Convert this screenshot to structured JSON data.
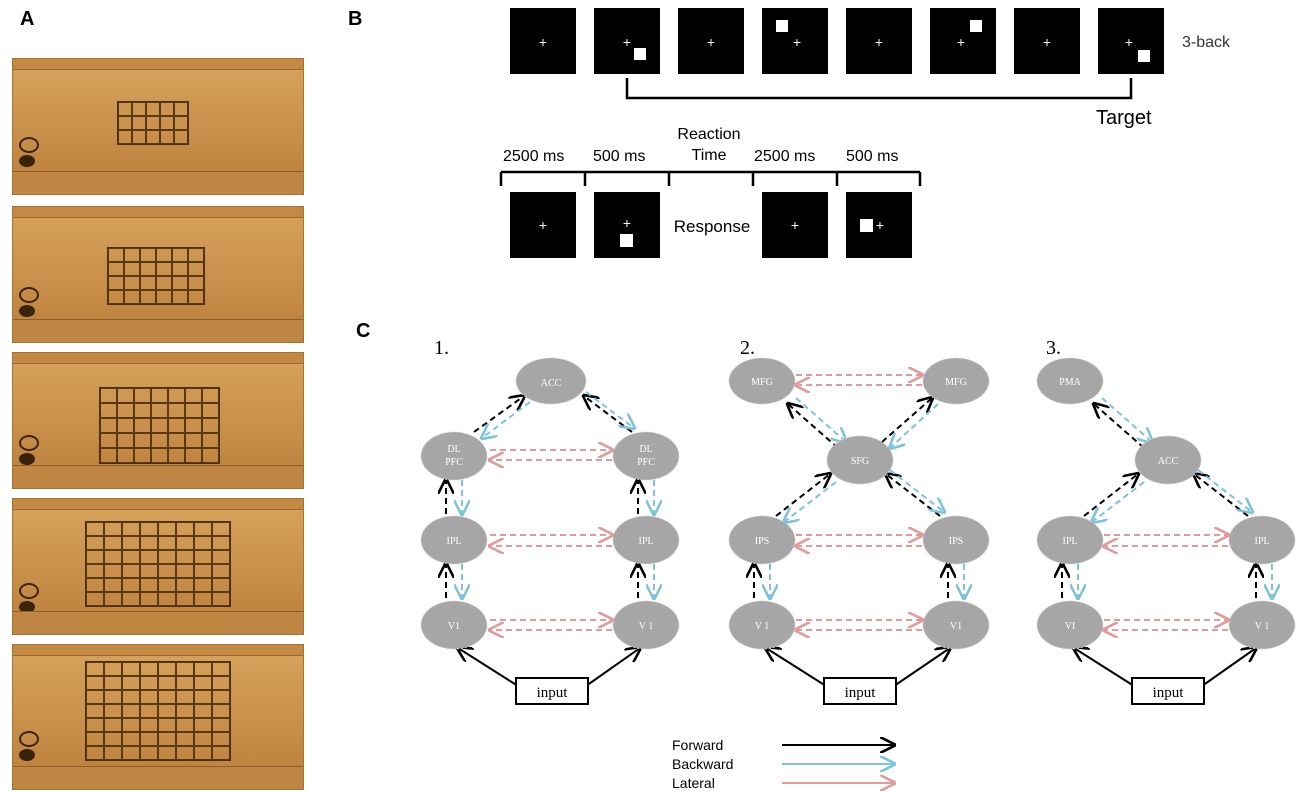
{
  "panels": {
    "a": "A",
    "b": "B",
    "c": "C"
  },
  "panelB": {
    "nback_label": "3-back",
    "target_label": "Target",
    "timing": [
      "2500 ms",
      "500 ms",
      "Reaction\nTime",
      "2500 ms",
      "500 ms"
    ],
    "timing_line1": "Reaction",
    "timing_line2": "Time",
    "response_label": "Response"
  },
  "panelC": {
    "models": [
      {
        "number": "1.",
        "nodes": [
          "ACC",
          "DL\nPFC",
          "DL\nPFC",
          "IPL",
          "IPL",
          "V1",
          "V 1"
        ],
        "input": "input"
      },
      {
        "number": "2.",
        "nodes": [
          "MFG",
          "MFG",
          "SFG",
          "IPS",
          "IPS",
          "V 1",
          "V1"
        ],
        "input": "input"
      },
      {
        "number": "3.",
        "nodes": [
          "PMA",
          "ACC",
          "IPL",
          "IPL",
          "VI",
          "V 1"
        ],
        "input": "input"
      }
    ],
    "legend": [
      {
        "label": "Forward",
        "color": "#000000"
      },
      {
        "label": "Backward",
        "color": "#7ec3dc"
      },
      {
        "label": "Lateral",
        "color": "#e39a9a"
      }
    ]
  },
  "colors": {
    "node_fill": "#a6a6a6",
    "forward": "#000000",
    "backward": "#7ec3dc",
    "lateral": "#e39a9a",
    "game_bg": "#c8904a"
  }
}
